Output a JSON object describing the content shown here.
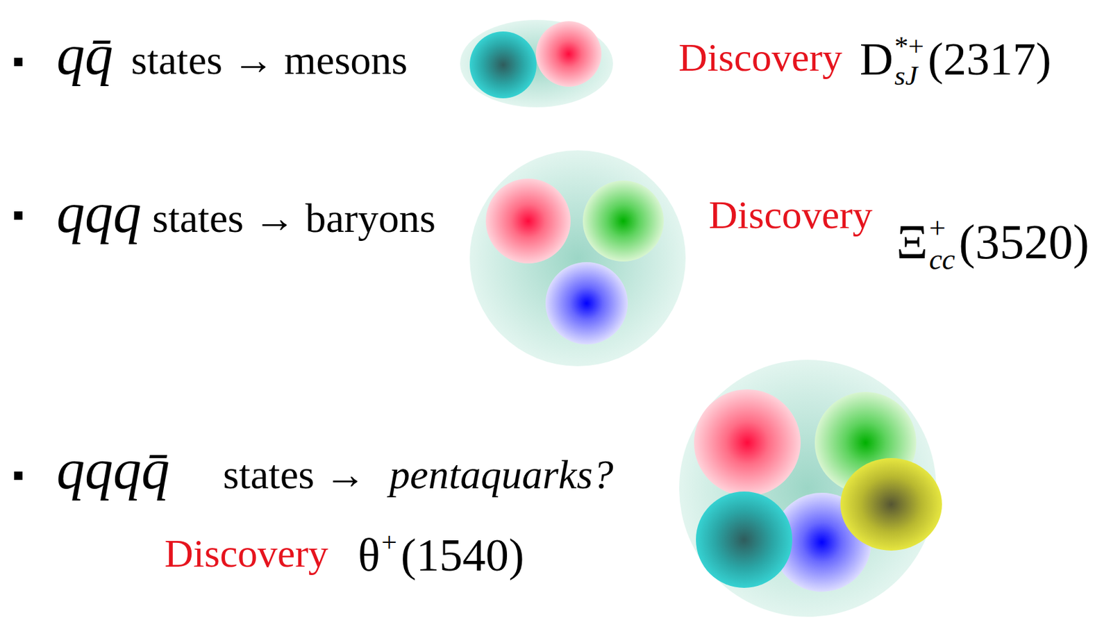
{
  "diagram": {
    "labels": [
      "qq̄",
      "states → mesons",
      "Discovery",
      "D",
      "*+",
      "sJ",
      "(2317)",
      "qqq",
      "states → baryons",
      "Discovery",
      "Ξ",
      "+",
      "cc",
      "(3520)",
      "qqqq̄",
      "states →",
      "pentaquarks?",
      "Discovery",
      "θ",
      "+",
      "(1540)"
    ]
  }
}
